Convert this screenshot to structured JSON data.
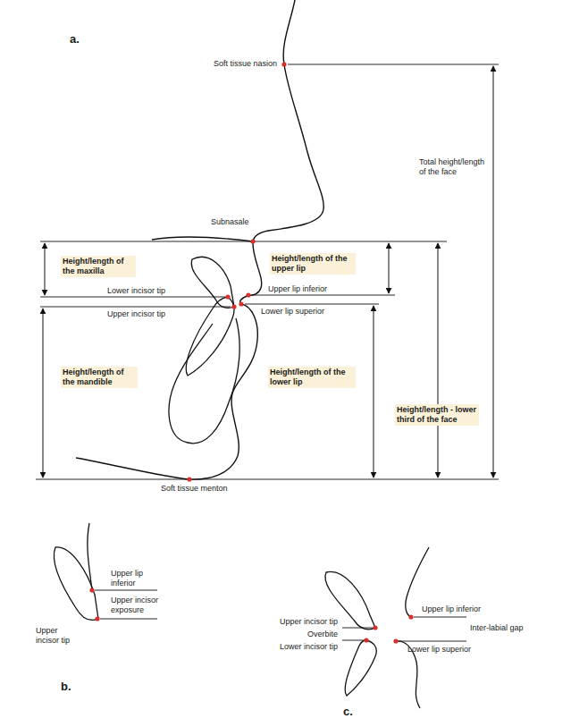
{
  "diagram": {
    "labels": [
      "a.",
      "Soft tissue nasion",
      "Total height/length of the face",
      "Subnasale",
      "Height/length of the maxilla",
      "Height/length of the upper lip",
      "Lower incisor tip",
      "Upper lip inferior",
      "Upper incisor tip",
      "Lower lip superior",
      "Height/length of the mandible",
      "Height/length of the lower lip",
      "Height/length - lower third of the face",
      "Soft tissue menton",
      "Upper lip inferior",
      "Upper incisor exposure",
      "Upper incisor tip",
      "b.",
      "Upper incisor tip",
      "Overbite",
      "Lower incisor tip",
      "Upper lip inferior",
      "Inter-labial gap",
      "Lower lip superior",
      "c."
    ]
  }
}
